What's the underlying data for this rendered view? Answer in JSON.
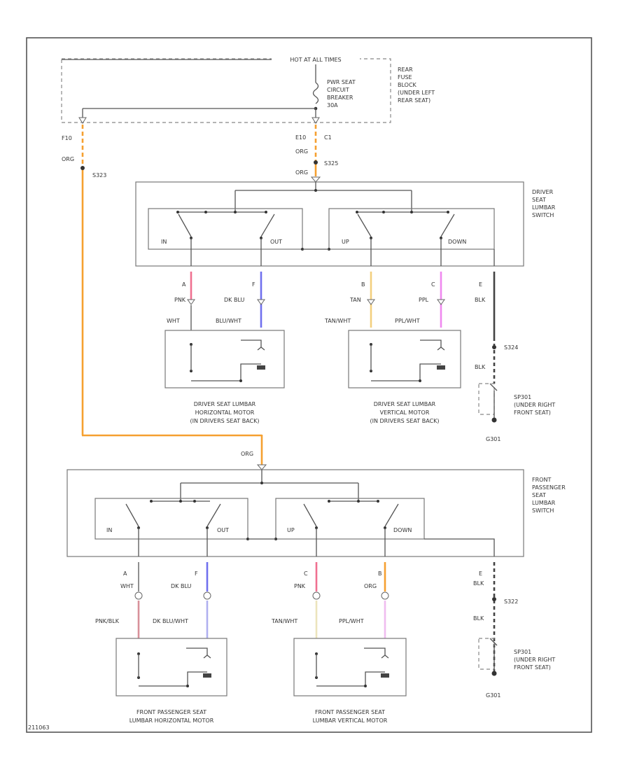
{
  "colors": {
    "org": "#f5a030",
    "pnk": "#f07090",
    "dkblu": "#7070ee",
    "tan": "#f3cf7e",
    "ppl": "#f088f0",
    "blk": "#444444",
    "pnkblk": "#d8909a",
    "dkbluwht": "#b0b0f0",
    "tanwht": "#ece4bc",
    "pplwht": "#f0bcf0"
  },
  "labels": {
    "hot_at_all_times": "HOT AT ALL TIMES",
    "breaker_1": "PWR SEAT",
    "breaker_2": "CIRCUIT",
    "breaker_3": "BREAKER",
    "breaker_4": "30A",
    "fuse_1": "REAR",
    "fuse_2": "FUSE",
    "fuse_3": "BLOCK",
    "fuse_4": "(UNDER LEFT",
    "fuse_5": "REAR SEAT)",
    "f10": "F10",
    "org": "ORG",
    "s323": "S323",
    "e10": "E10",
    "c1": "C1",
    "org_b": "ORG",
    "s325": "S325",
    "org_c": "ORG",
    "dsw_1": "DRIVER",
    "dsw_2": "SEAT",
    "dsw_3": "LUMBAR",
    "dsw_4": "SWITCH",
    "in": "IN",
    "out": "OUT",
    "up": "UP",
    "down": "DOWN",
    "a": "A",
    "pnk": "PNK",
    "f": "F",
    "dkblu": "DK BLU",
    "b": "B",
    "tan": "TAN",
    "c": "C",
    "ppl": "PPL",
    "e": "E",
    "blk": "BLK",
    "wht": "WHT",
    "bluwht": "BLU/WHT",
    "tanwht": "TAN/WHT",
    "pplwht": "PPL/WHT",
    "s324": "S324",
    "blk_b": "BLK",
    "sp301_1": "SP301",
    "sp301_2": "(UNDER RIGHT",
    "sp301_3": "FRONT SEAT)",
    "g301": "G301",
    "dhm_1": "DRIVER SEAT LUMBAR",
    "dhm_2": "HORIZONTAL MOTOR",
    "dhm_3": "(IN DRIVERS SEAT BACK)",
    "dvm_1": "DRIVER SEAT LUMBAR",
    "dvm_2": "VERTICAL MOTOR",
    "dvm_3": "(IN DRIVERS SEAT BACK)",
    "org_d": "ORG",
    "psw_1": "FRONT",
    "psw_2": "PASSENGER",
    "psw_3": "SEAT",
    "psw_4": "LUMBAR",
    "psw_5": "SWITCH",
    "in_b": "IN",
    "out_b": "OUT",
    "up_b": "UP",
    "down_b": "DOWN",
    "a_b": "A",
    "wht_b": "WHT",
    "f_b": "F",
    "dkblu_b": "DK BLU",
    "c_b": "C",
    "pnk_b": "PNK",
    "b_b": "B",
    "org_e": "ORG",
    "e_b": "E",
    "blk_c": "BLK",
    "s322": "S322",
    "blk_d": "BLK",
    "pnkblk": "PNK/BLK",
    "dkbluwht": "DK BLU/WHT",
    "tanwht_b": "TAN/WHT",
    "pplwht_b": "PPL/WHT",
    "sp301b_1": "SP301",
    "sp301b_2": "(UNDER RIGHT",
    "sp301b_3": "FRONT SEAT)",
    "g301_b": "G301",
    "phm_1": "FRONT PASSENGER SEAT",
    "phm_2": "LUMBAR HORIZONTAL MOTOR",
    "pvm_1": "FRONT PASSENGER SEAT",
    "pvm_2": "LUMBAR VERTICAL MOTOR",
    "code": "211063"
  }
}
